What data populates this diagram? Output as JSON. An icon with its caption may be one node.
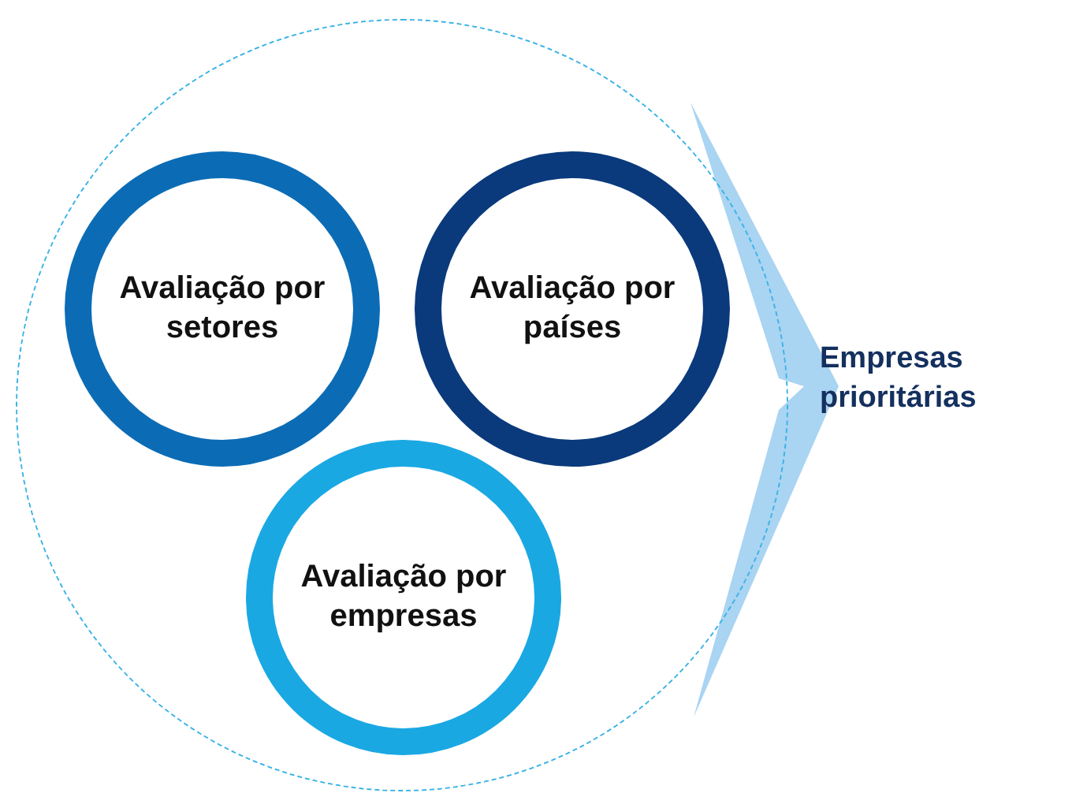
{
  "diagram": {
    "nodes": [
      {
        "text": [],
        "shape": "circle"
      },
      {
        "text": [
          "Avaliação por setores"
        ],
        "in": 0
      },
      {
        "text": [
          "Avaliação por países"
        ],
        "in": 0
      },
      {
        "text": [
          "Avaliação por empresas"
        ],
        "in": 0
      },
      {
        "text": [
          "Empresas prioritárias"
        ]
      }
    ],
    "edges": [
      {
        "from": 0,
        "to": 4,
        "arrow": "to",
        "style": "thick",
        "color": "#a9d4f2"
      }
    ]
  }
}
